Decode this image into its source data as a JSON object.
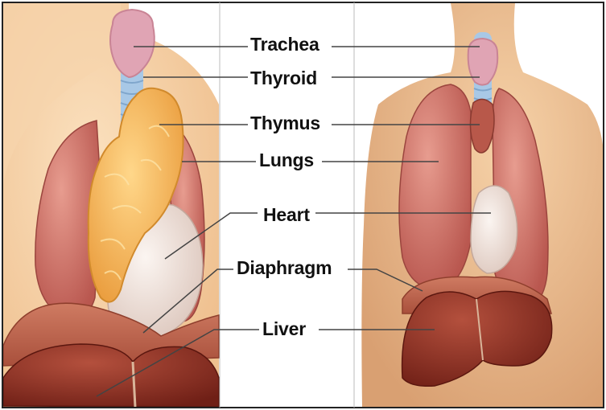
{
  "labels": {
    "trachea": "Trachea",
    "thyroid": "Thyroid",
    "thymus": "Thymus",
    "lungs": "Lungs",
    "heart": "Heart",
    "diaphragm": "Diaphragm",
    "liver": "Liver"
  },
  "colors": {
    "skin": "#f3c9a0",
    "lung": "#c9706a",
    "thymus": "#f4b452",
    "heart": "#f1e6df",
    "liver": "#8e2f22",
    "trachea": "#a8c8e6",
    "thyroid": "#e0a4b4",
    "leader_line": "#444444"
  }
}
